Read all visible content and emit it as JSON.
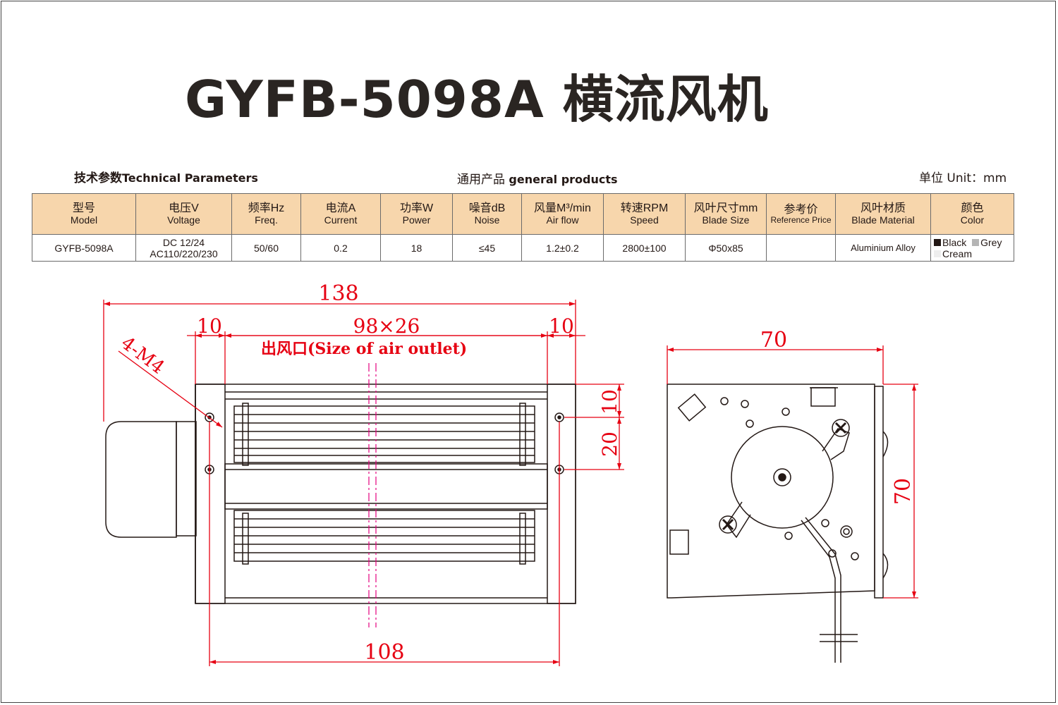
{
  "title": "GYFB-5098A 横流风机",
  "section_label": {
    "cn": "技术参数",
    "en": "Technical Parameters"
  },
  "general_products": {
    "cn": "通用产品",
    "en": "general products"
  },
  "unit": {
    "cn": "单位",
    "en": "Unit：mm"
  },
  "table": {
    "headers": [
      {
        "cn": "型号",
        "en": "Model"
      },
      {
        "cn": "电压V",
        "en": "Voltage"
      },
      {
        "cn": "频率Hz",
        "en": "Freq."
      },
      {
        "cn": "电流A",
        "en": "Current"
      },
      {
        "cn": "功率W",
        "en": "Power"
      },
      {
        "cn": "噪音dB",
        "en": "Noise"
      },
      {
        "cn": "风量M³/min",
        "en": "Air flow"
      },
      {
        "cn": "转速RPM",
        "en": "Speed"
      },
      {
        "cn": "风叶尺寸mm",
        "en": "Blade Size"
      },
      {
        "cn": "参考价",
        "en": "Reference Price"
      },
      {
        "cn": "风叶材质",
        "en": "Blade Material"
      },
      {
        "cn": "颜色",
        "en": "Color"
      }
    ],
    "row": {
      "model": "GYFB-5098A",
      "voltage_dc": "DC  12/24",
      "voltage_ac": "AC110/220/230",
      "freq": "50/60",
      "current": "0.2",
      "power": "18",
      "noise": "≤45",
      "airflow": "1.2±0.2",
      "speed": "2800±100",
      "blade_size": "Φ50x85",
      "price": "",
      "material": "Aluminium Alloy",
      "colors": [
        {
          "name": "Black",
          "swatch": "#231815"
        },
        {
          "name": "Grey",
          "swatch": "#b5b5b5"
        },
        {
          "name": "Cream",
          "swatch": "#eeeeee"
        }
      ]
    }
  },
  "drawing": {
    "front": {
      "overall_length": "138",
      "left_margin": "10",
      "outlet_size": "98×26",
      "right_margin": "10",
      "outlet_label": "出风口(Size of  air outlet)",
      "hole_label": "4-M4",
      "hole_spacing": "108",
      "top_offset": "10",
      "hole_vertical": "20"
    },
    "side": {
      "width": "70",
      "height": "70"
    },
    "colors": {
      "dimension": "#e60012",
      "centerline": "#e4007f",
      "line": "#231815"
    }
  }
}
